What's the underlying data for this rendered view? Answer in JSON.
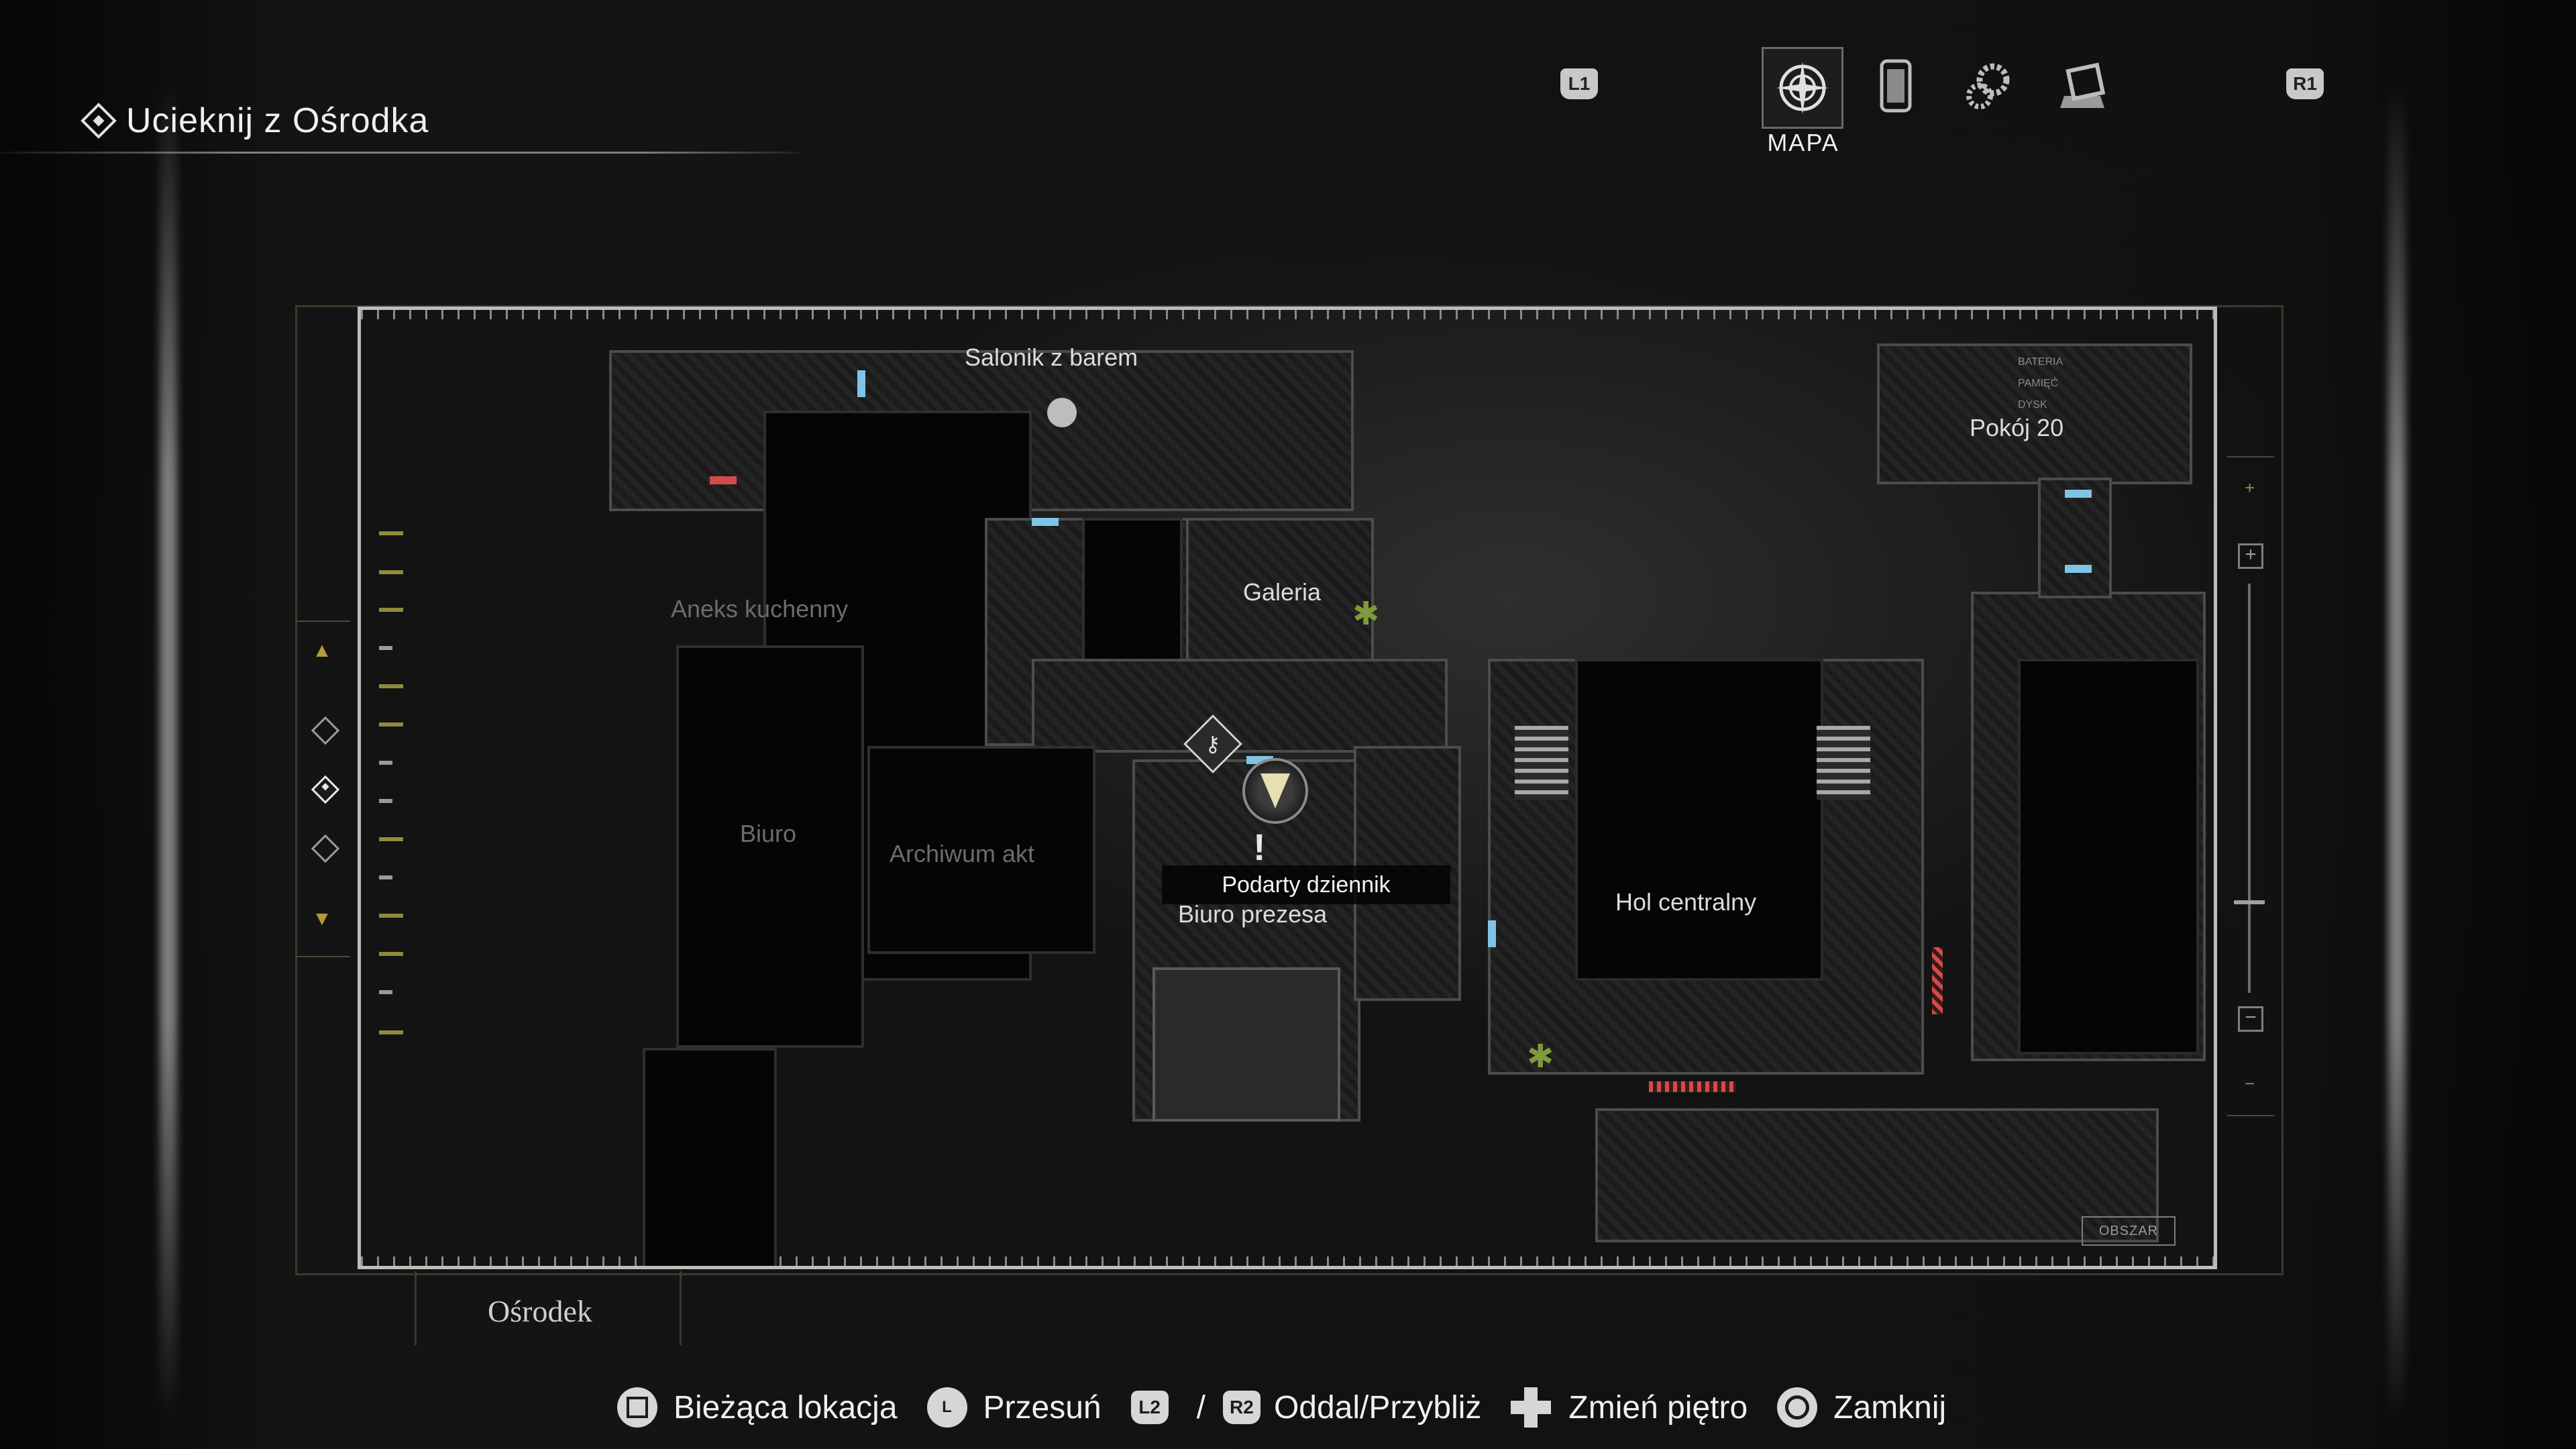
{
  "objective": {
    "text": "Ucieknij z Ośrodka",
    "icon": "objective-diamond-icon"
  },
  "header_tabs": {
    "left_shoulder": "L1",
    "right_shoulder": "R1",
    "active_label": "MAPA",
    "tabs": [
      {
        "icon": "compass-map-icon",
        "active": true
      },
      {
        "icon": "files-icon",
        "active": false
      },
      {
        "icon": "gears-icon",
        "active": false
      },
      {
        "icon": "inventory-case-icon",
        "active": false
      }
    ]
  },
  "map": {
    "rooms": {
      "salonik": "Salonik z barem",
      "aneks": "Aneks kuchenny",
      "galeria": "Galeria",
      "biuro": "Biuro",
      "archiwum": "Archiwum akt",
      "biuro_prezesa": "Biuro prezesa",
      "hol": "Hol centralny",
      "pokoj": "Pokój 20"
    },
    "tooltip": "Podarty dziennik",
    "area_button": "OBSZAR",
    "mini_legend": [
      "BATERIA",
      "PAMIĘĆ",
      "DYSK"
    ],
    "current_floor_index": 1,
    "colors": {
      "locked_door": "#d24b4b",
      "open_door": "#7fc4e6",
      "accent": "#b59a3a"
    }
  },
  "area_name": "Ośrodek",
  "controls": [
    {
      "button": "square",
      "label": "Bieżąca lokacja"
    },
    {
      "button": "L",
      "label": "Przesuń"
    },
    {
      "button": "L2",
      "label": ""
    },
    {
      "button": "slash",
      "label": "/"
    },
    {
      "button": "R2",
      "label": "Oddal/Przybliż"
    },
    {
      "button": "dpad",
      "label": "Zmień piętro"
    },
    {
      "button": "circle",
      "label": "Zamknij"
    }
  ]
}
